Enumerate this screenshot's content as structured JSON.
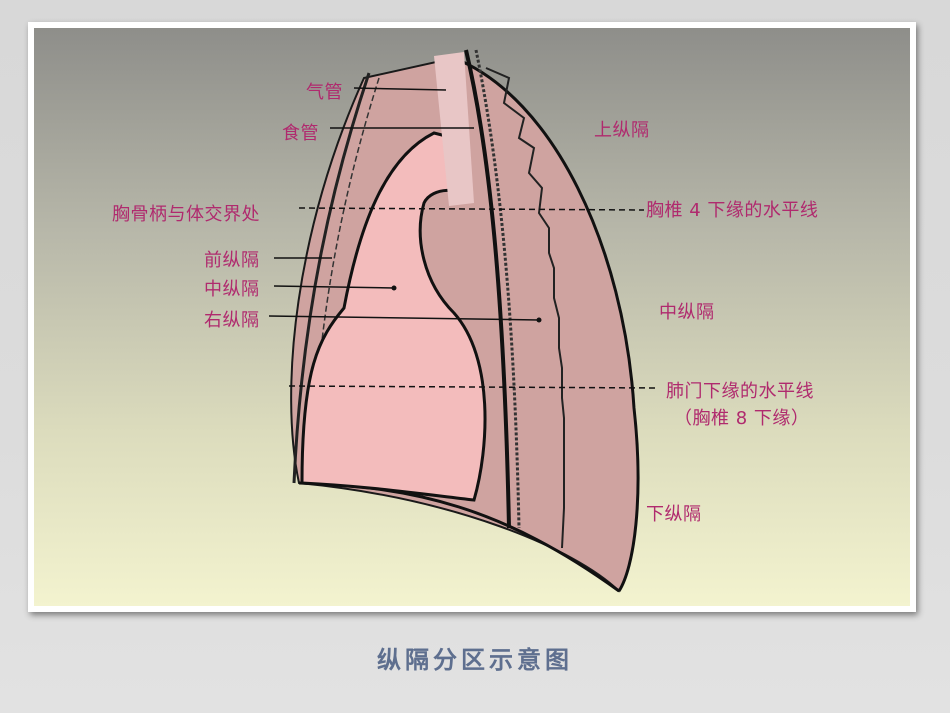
{
  "labels": {
    "trachea": "气管",
    "esophagus": "食管",
    "sternal_angle": "胸骨柄与体交界处",
    "anterior_mediastinum": "前纵隔",
    "middle_mediastinum_inner": "中纵隔",
    "right_mediastinum": "右纵隔",
    "superior_mediastinum": "上纵隔",
    "t4_line": "胸椎 4 下缘的水平线",
    "middle_mediastinum": "中纵隔",
    "hilum_line": "肺门下缘的水平线",
    "t8_note": "（胸椎 8 下缘）",
    "inferior_mediastinum": "下纵隔"
  },
  "caption": "纵隔分区示意图",
  "colors": {
    "label": "#b02a6e",
    "caption": "#5e6f8f",
    "mediastinum_fill": "#cfa3a0",
    "heart_fill": "#f3bcbc"
  }
}
